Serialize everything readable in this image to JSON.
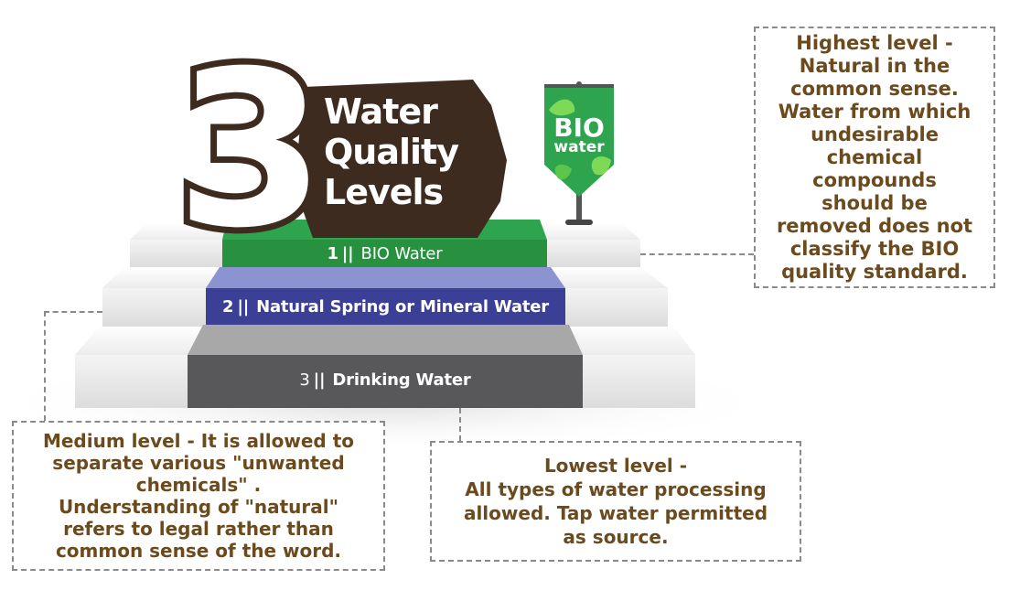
{
  "title": {
    "number": "3",
    "line1": "Water",
    "line2": "Quality",
    "line3": "Levels"
  },
  "flag": {
    "line1": "BIO",
    "line2": "water"
  },
  "levels": [
    {
      "num": "1",
      "label": "BIO Water",
      "color": "#2ea44f"
    },
    {
      "num": "2",
      "label": "Natural Spring or Mineral Water",
      "color": "#3b3f95"
    },
    {
      "num": "3",
      "label": "Drinking Water",
      "color": "#58585a"
    }
  ],
  "callouts": {
    "highest": "Highest level -\nNatural in the\ncommon sense.\nWater from which\nundesirable\nchemical\ncompounds\nshould be\nremoved does not\nclassify the BIO\nquality standard.",
    "medium": "Medium level - It is allowed to\nseparate various \"unwanted\nchemicals\" .\nUnderstanding of  \"natural\"\nrefers to legal rather than\ncommon sense of the word.",
    "lowest": "Lowest level -\nAll types of water processing\nallowed. Tap water permitted\nas source."
  },
  "colors": {
    "brown": "#3d2b1f",
    "callout_text": "#6b4a1e",
    "bio_green": "#2ea44f",
    "natural_blue": "#3b3f95",
    "natural_blue_light": "#8b94d0",
    "drinking_gray": "#58585a"
  }
}
